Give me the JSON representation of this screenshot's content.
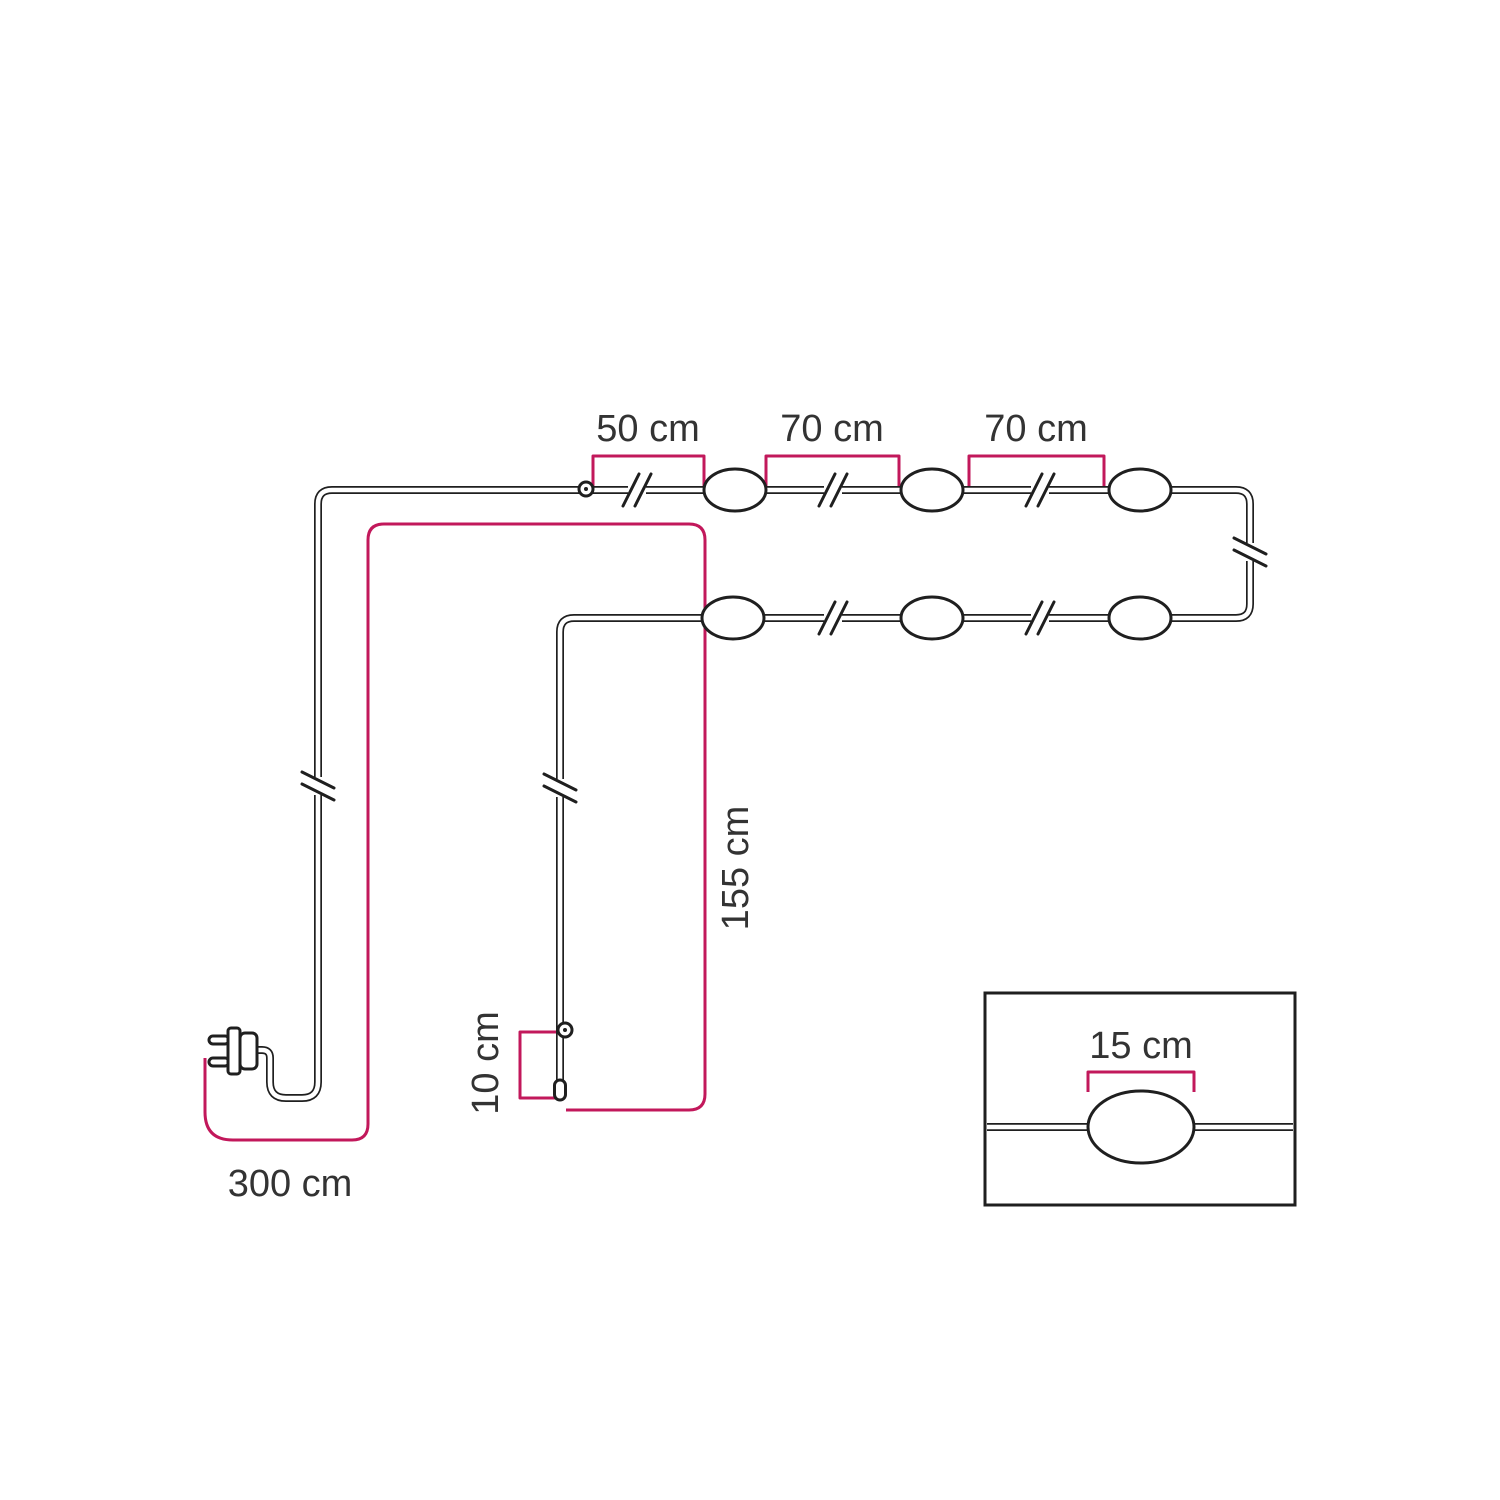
{
  "diagram": {
    "labels": {
      "segment_50": "50 cm",
      "segment_70a": "70 cm",
      "segment_70b": "70 cm",
      "drop_155": "155 cm",
      "end_10": "10 cm",
      "power_300": "300 cm",
      "lamp_15": "15 cm"
    },
    "colors": {
      "cable": "#1f1f1f",
      "dimension": "#c2185b",
      "text": "#333333",
      "background": "#ffffff"
    }
  }
}
